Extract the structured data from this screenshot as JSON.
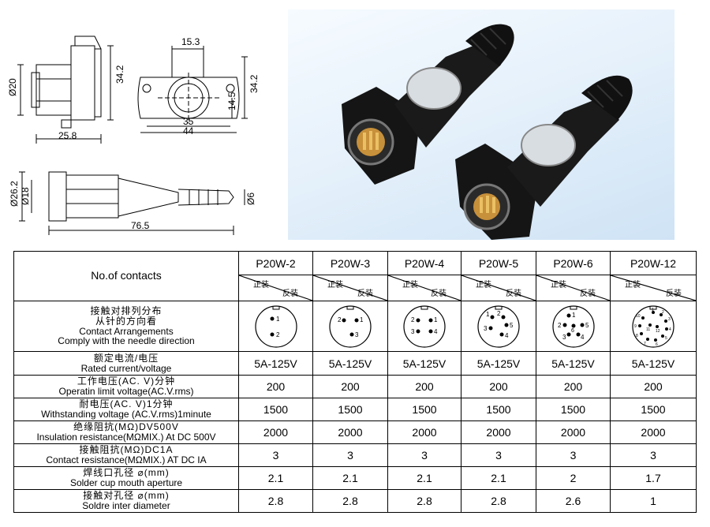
{
  "drawings": {
    "top_dims": {
      "d_15_3": "15.3",
      "d_34_2_a": "34.2",
      "d_34_2_b": "34.2",
      "d_14_5": "14.5",
      "d_35": "35",
      "d_44": "44",
      "d_25_8": "25.8",
      "d_phi20": "Ø20"
    },
    "bottom_dims": {
      "d_phi26_2": "Ø26.2",
      "d_phi18": "Ø18",
      "d_phi6": "Ø6",
      "d_76_5": "76.5"
    }
  },
  "table": {
    "header_label": "No.of contacts",
    "sub_left": "正装",
    "sub_right": "反装",
    "models": [
      "P20W-2",
      "P20W-3",
      "P20W-4",
      "P20W-5",
      "P20W-6",
      "P20W-12"
    ],
    "rows": {
      "arrangement": {
        "zh1": "接触对排列分布",
        "zh2": "从针的方向看",
        "en1": "Contact Arrangements",
        "en2": "Comply with the needle direction"
      },
      "rated": {
        "zh": "额定电流/电压",
        "en": "Rated current/voltage",
        "values": [
          "5A-125V",
          "5A-125V",
          "5A-125V",
          "5A-125V",
          "5A-125V",
          "5A-125V"
        ]
      },
      "operating": {
        "zh": "工作电压(AC. V)分钟",
        "en": "Operatin limit voltage(AC.V.rms)",
        "values": [
          "200",
          "200",
          "200",
          "200",
          "200",
          "200"
        ]
      },
      "withstanding": {
        "zh": "耐电压(AC. V)1分钟",
        "en": "Withstanding voltage (AC.V.rms)1minute",
        "values": [
          "1500",
          "1500",
          "1500",
          "1500",
          "1500",
          "1500"
        ]
      },
      "insulation": {
        "zh": "绝缘阻抗(MΩ)DV500V",
        "en": "Insulation resistance(MΩMIX.) At DC 500V",
        "values": [
          "2000",
          "2000",
          "2000",
          "2000",
          "2000",
          "2000"
        ]
      },
      "contact_res": {
        "zh": "接触阻抗(MΩ)DC1A",
        "en": "Contact resistance(MΩMIX.) AT DC IA",
        "values": [
          "3",
          "3",
          "3",
          "3",
          "3",
          "3"
        ]
      },
      "solder_cup": {
        "zh": "焊线口孔径 ⌀(mm)",
        "en": "Solder cup mouth aperture",
        "values": [
          "2.1",
          "2.1",
          "2.1",
          "2.1",
          "2",
          "1.7"
        ]
      },
      "inter_dia": {
        "zh": "接触对孔径 ⌀(mm)",
        "en": "Soldre inter diameter",
        "values": [
          "2.8",
          "2.8",
          "2.8",
          "2.8",
          "2.6",
          "1"
        ]
      }
    },
    "pin_numbers": {
      "p2": [
        "1",
        "2"
      ],
      "p3": [
        "1",
        "2",
        "3"
      ],
      "p4": [
        "1",
        "2",
        "3",
        "4"
      ],
      "p5": [
        "1",
        "2",
        "3",
        "4",
        "5"
      ],
      "p6": [
        "1",
        "2",
        "3",
        "4",
        "5",
        "6"
      ],
      "p12": [
        "1",
        "2",
        "3",
        "4",
        "5",
        "6",
        "7",
        "8",
        "9",
        "10",
        "11",
        "12"
      ]
    }
  }
}
